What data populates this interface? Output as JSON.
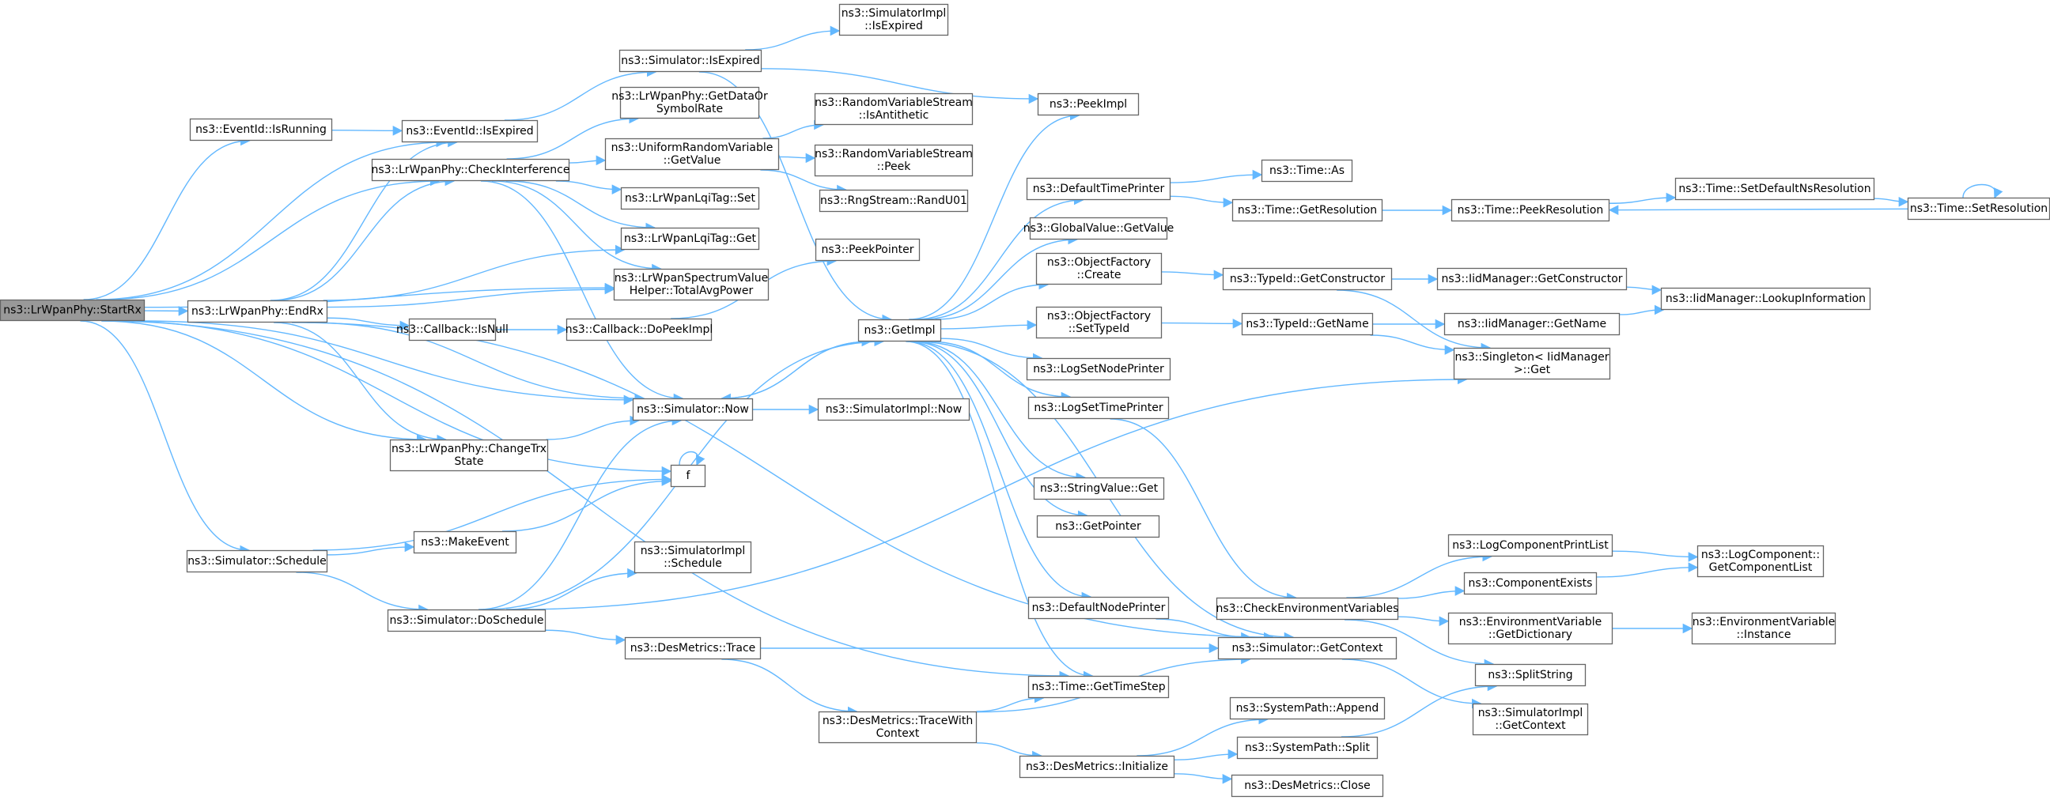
{
  "colors": {
    "edge": "#63b8ff",
    "node_border": "#666666",
    "root_fill": "#999999"
  },
  "nodes": [
    {
      "id": "n0",
      "lines": [
        "ns3::LrWpanPhy::StartRx"
      ],
      "root": true
    },
    {
      "id": "n1",
      "lines": [
        "ns3::EventId::IsRunning"
      ]
    },
    {
      "id": "n2",
      "lines": [
        "ns3::EventId::IsExpired"
      ]
    },
    {
      "id": "n3",
      "lines": [
        "ns3::Simulator::IsExpired"
      ]
    },
    {
      "id": "n4",
      "lines": [
        "ns3::SimulatorImpl",
        "::IsExpired"
      ]
    },
    {
      "id": "n5",
      "lines": [
        "ns3::GetImpl"
      ]
    },
    {
      "id": "n6",
      "lines": [
        "ns3::PeekImpl"
      ]
    },
    {
      "id": "n7",
      "lines": [
        "ns3::LrWpanPhy::CheckInterference"
      ]
    },
    {
      "id": "n8",
      "lines": [
        "ns3::LrWpanPhy::GetDataOr",
        "SymbolRate"
      ]
    },
    {
      "id": "n9",
      "lines": [
        "ns3::UniformRandomVariable",
        "::GetValue"
      ]
    },
    {
      "id": "n10",
      "lines": [
        "ns3::RandomVariableStream",
        "::IsAntithetic"
      ]
    },
    {
      "id": "n11",
      "lines": [
        "ns3::RandomVariableStream",
        "::Peek"
      ]
    },
    {
      "id": "n12",
      "lines": [
        "ns3::RngStream::RandU01"
      ]
    },
    {
      "id": "n13",
      "lines": [
        "ns3::LrWpanLqiTag::Set"
      ]
    },
    {
      "id": "n14",
      "lines": [
        "ns3::LrWpanLqiTag::Get"
      ]
    },
    {
      "id": "n15",
      "lines": [
        "ns3::LrWpanSpectrumValue",
        "Helper::TotalAvgPower"
      ]
    },
    {
      "id": "n16",
      "lines": [
        "ns3::LrWpanPhy::EndRx"
      ]
    },
    {
      "id": "n17",
      "lines": [
        "ns3::Callback::IsNull"
      ]
    },
    {
      "id": "n18",
      "lines": [
        "ns3::Callback::DoPeekImpl"
      ]
    },
    {
      "id": "n19",
      "lines": [
        "ns3::PeekPointer"
      ]
    },
    {
      "id": "n20",
      "lines": [
        "ns3::Simulator::Now"
      ]
    },
    {
      "id": "n21",
      "lines": [
        "ns3::SimulatorImpl::Now"
      ]
    },
    {
      "id": "n22",
      "lines": [
        "ns3::LrWpanPhy::ChangeTrx",
        "State"
      ]
    },
    {
      "id": "n23",
      "lines": [
        "f"
      ]
    },
    {
      "id": "n24",
      "lines": [
        "ns3::Simulator::Schedule"
      ]
    },
    {
      "id": "n25",
      "lines": [
        "ns3::MakeEvent"
      ]
    },
    {
      "id": "n26",
      "lines": [
        "ns3::Simulator::DoSchedule"
      ]
    },
    {
      "id": "n27",
      "lines": [
        "ns3::SimulatorImpl",
        "::Schedule"
      ]
    },
    {
      "id": "n28",
      "lines": [
        "ns3::DesMetrics::Trace"
      ]
    },
    {
      "id": "n29",
      "lines": [
        "ns3::DesMetrics::TraceWith",
        "Context"
      ]
    },
    {
      "id": "n30",
      "lines": [
        "ns3::Time::GetTimeStep"
      ]
    },
    {
      "id": "n31",
      "lines": [
        "ns3::DesMetrics::Initialize"
      ]
    },
    {
      "id": "n32",
      "lines": [
        "ns3::DefaultTimePrinter"
      ]
    },
    {
      "id": "n33",
      "lines": [
        "ns3::GlobalValue::GetValue"
      ]
    },
    {
      "id": "n34",
      "lines": [
        "ns3::ObjectFactory",
        "::Create"
      ]
    },
    {
      "id": "n35",
      "lines": [
        "ns3::ObjectFactory",
        "::SetTypeId"
      ]
    },
    {
      "id": "n36",
      "lines": [
        "ns3::LogSetNodePrinter"
      ]
    },
    {
      "id": "n37",
      "lines": [
        "ns3::LogSetTimePrinter"
      ]
    },
    {
      "id": "n38",
      "lines": [
        "ns3::StringValue::Get"
      ]
    },
    {
      "id": "n39",
      "lines": [
        "ns3::GetPointer"
      ]
    },
    {
      "id": "n40",
      "lines": [
        "ns3::DefaultNodePrinter"
      ]
    },
    {
      "id": "n41",
      "lines": [
        "ns3::Time::As"
      ]
    },
    {
      "id": "n42",
      "lines": [
        "ns3::Time::GetResolution"
      ]
    },
    {
      "id": "n43",
      "lines": [
        "ns3::Time::PeekResolution"
      ]
    },
    {
      "id": "n44",
      "lines": [
        "ns3::Time::SetDefaultNsResolution"
      ]
    },
    {
      "id": "n45",
      "lines": [
        "ns3::Time::SetResolution"
      ]
    },
    {
      "id": "n46",
      "lines": [
        "ns3::TypeId::GetConstructor"
      ]
    },
    {
      "id": "n47",
      "lines": [
        "ns3::IidManager::GetConstructor"
      ]
    },
    {
      "id": "n48",
      "lines": [
        "ns3::IidManager::LookupInformation"
      ]
    },
    {
      "id": "n49",
      "lines": [
        "ns3::TypeId::GetName"
      ]
    },
    {
      "id": "n50",
      "lines": [
        "ns3::IidManager::GetName"
      ]
    },
    {
      "id": "n51",
      "lines": [
        "ns3::Singleton< IidManager",
        " >::Get"
      ]
    },
    {
      "id": "n52",
      "lines": [
        "ns3::CheckEnvironmentVariables"
      ]
    },
    {
      "id": "n53",
      "lines": [
        "ns3::LogComponentPrintList"
      ]
    },
    {
      "id": "n54",
      "lines": [
        "ns3::LogComponent::",
        "GetComponentList"
      ]
    },
    {
      "id": "n55",
      "lines": [
        "ns3::ComponentExists"
      ]
    },
    {
      "id": "n56",
      "lines": [
        "ns3::EnvironmentVariable",
        "::GetDictionary"
      ]
    },
    {
      "id": "n57",
      "lines": [
        "ns3::EnvironmentVariable",
        "::Instance"
      ]
    },
    {
      "id": "n58",
      "lines": [
        "ns3::Simulator::GetContext"
      ]
    },
    {
      "id": "n59",
      "lines": [
        "ns3::SplitString"
      ]
    },
    {
      "id": "n60",
      "lines": [
        "ns3::SimulatorImpl",
        "::GetContext"
      ]
    },
    {
      "id": "n61",
      "lines": [
        "ns3::SystemPath::Append"
      ]
    },
    {
      "id": "n62",
      "lines": [
        "ns3::SystemPath::Split"
      ]
    },
    {
      "id": "n63",
      "lines": [
        "ns3::DesMetrics::Close"
      ]
    }
  ],
  "edges": [
    [
      "n0",
      "n1"
    ],
    [
      "n0",
      "n2"
    ],
    [
      "n0",
      "n7"
    ],
    [
      "n0",
      "n15"
    ],
    [
      "n0",
      "n16"
    ],
    [
      "n0",
      "n20"
    ],
    [
      "n0",
      "n22"
    ],
    [
      "n0",
      "n23"
    ],
    [
      "n0",
      "n24"
    ],
    [
      "n0",
      "n30"
    ],
    [
      "n1",
      "n2"
    ],
    [
      "n2",
      "n3"
    ],
    [
      "n3",
      "n4"
    ],
    [
      "n3",
      "n5"
    ],
    [
      "n3",
      "n6"
    ],
    [
      "n7",
      "n8"
    ],
    [
      "n7",
      "n9"
    ],
    [
      "n7",
      "n13"
    ],
    [
      "n7",
      "n14"
    ],
    [
      "n7",
      "n15"
    ],
    [
      "n7",
      "n20"
    ],
    [
      "n9",
      "n10"
    ],
    [
      "n9",
      "n11"
    ],
    [
      "n9",
      "n12"
    ],
    [
      "n16",
      "n2"
    ],
    [
      "n16",
      "n7"
    ],
    [
      "n16",
      "n14"
    ],
    [
      "n16",
      "n15"
    ],
    [
      "n16",
      "n17"
    ],
    [
      "n16",
      "n20"
    ],
    [
      "n16",
      "n22"
    ],
    [
      "n16",
      "n58"
    ],
    [
      "n17",
      "n18"
    ],
    [
      "n18",
      "n19"
    ],
    [
      "n20",
      "n5"
    ],
    [
      "n20",
      "n21"
    ],
    [
      "n22",
      "n20"
    ],
    [
      "n23",
      "n23"
    ],
    [
      "n24",
      "n25"
    ],
    [
      "n24",
      "n23"
    ],
    [
      "n24",
      "n26"
    ],
    [
      "n25",
      "n23"
    ],
    [
      "n26",
      "n5"
    ],
    [
      "n26",
      "n20"
    ],
    [
      "n26",
      "n27"
    ],
    [
      "n26",
      "n28"
    ],
    [
      "n26",
      "n51"
    ],
    [
      "n28",
      "n58"
    ],
    [
      "n28",
      "n29"
    ],
    [
      "n29",
      "n30"
    ],
    [
      "n29",
      "n58"
    ],
    [
      "n29",
      "n31"
    ],
    [
      "n31",
      "n61"
    ],
    [
      "n31",
      "n62"
    ],
    [
      "n31",
      "n63"
    ],
    [
      "n5",
      "n6"
    ],
    [
      "n5",
      "n32"
    ],
    [
      "n5",
      "n33"
    ],
    [
      "n5",
      "n34"
    ],
    [
      "n5",
      "n35"
    ],
    [
      "n5",
      "n36"
    ],
    [
      "n5",
      "n37"
    ],
    [
      "n5",
      "n38"
    ],
    [
      "n5",
      "n39"
    ],
    [
      "n5",
      "n40"
    ],
    [
      "n5",
      "n58"
    ],
    [
      "n5",
      "n30"
    ],
    [
      "n5",
      "n20"
    ],
    [
      "n32",
      "n41"
    ],
    [
      "n32",
      "n42"
    ],
    [
      "n42",
      "n43"
    ],
    [
      "n43",
      "n44"
    ],
    [
      "n44",
      "n45"
    ],
    [
      "n45",
      "n43"
    ],
    [
      "n45",
      "n45"
    ],
    [
      "n34",
      "n46"
    ],
    [
      "n46",
      "n47"
    ],
    [
      "n46",
      "n51"
    ],
    [
      "n47",
      "n48"
    ],
    [
      "n35",
      "n49"
    ],
    [
      "n49",
      "n50"
    ],
    [
      "n49",
      "n51"
    ],
    [
      "n50",
      "n48"
    ],
    [
      "n37",
      "n52"
    ],
    [
      "n52",
      "n53"
    ],
    [
      "n52",
      "n55"
    ],
    [
      "n52",
      "n56"
    ],
    [
      "n52",
      "n59"
    ],
    [
      "n53",
      "n54"
    ],
    [
      "n55",
      "n54"
    ],
    [
      "n56",
      "n57"
    ],
    [
      "n40",
      "n58"
    ],
    [
      "n58",
      "n60"
    ],
    [
      "n62",
      "n59"
    ]
  ]
}
